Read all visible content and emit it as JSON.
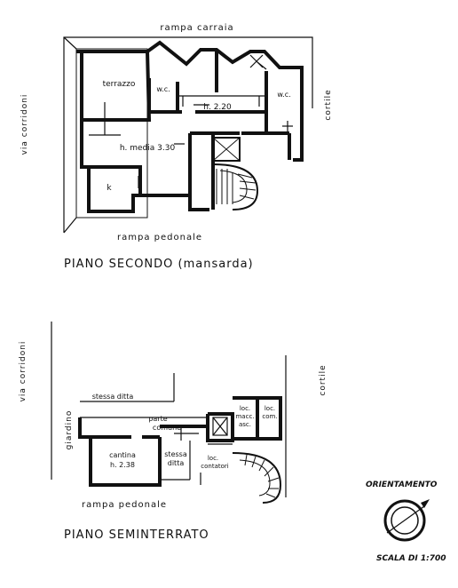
{
  "upper_plan": {
    "title": "PIANO SECONDO (mansarda)",
    "street_top": "rampa carraia",
    "street_left": "via corridoni",
    "street_right": "cortile",
    "street_bottom": "rampa pedonale",
    "rooms": {
      "terrace": "terrazzo",
      "wc_left": "w.c.",
      "wc_right": "w.c.",
      "height_hall": "h. 2.20",
      "height_main": "h. media 3.30",
      "kitchen": "k"
    }
  },
  "lower_plan": {
    "title": "PIANO SEMINTERRATO",
    "street_left": "via corridoni",
    "street_right": "cortile",
    "garden": "giardino",
    "street_bottom": "rampa pedonale",
    "rooms": {
      "same_company_top": "stessa ditta",
      "common_part_1": "parte",
      "common_part_2": "comune",
      "cellar_1": "cantina",
      "cellar_2": "h. 2.38",
      "same_company_mid_1": "stessa",
      "same_company_mid_2": "ditta",
      "meter_room_1": "loc.",
      "meter_room_2": "contatori",
      "lift_room_1": "loc.",
      "lift_room_2": "macc.",
      "lift_room_3": "asc.",
      "common_room_1": "loc.",
      "common_room_2": "com."
    }
  },
  "legend": {
    "orientation": "ORIENTAMENTO",
    "scale": "SCALA DI 1:700"
  }
}
